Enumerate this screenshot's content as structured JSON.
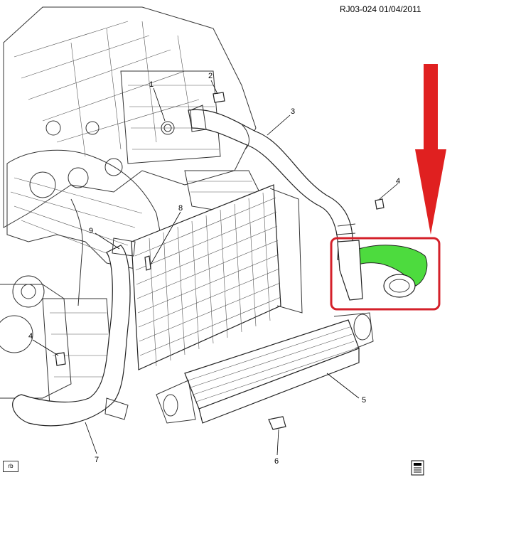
{
  "header": {
    "reference": "RJ03-024  01/04/2011"
  },
  "callouts": [
    {
      "id": "1",
      "label": "1"
    },
    {
      "id": "2",
      "label": "2"
    },
    {
      "id": "3",
      "label": "3"
    },
    {
      "id": "4a",
      "label": "4"
    },
    {
      "id": "4b",
      "label": "4"
    },
    {
      "id": "5",
      "label": "5"
    },
    {
      "id": "6",
      "label": "6"
    },
    {
      "id": "7",
      "label": "7"
    },
    {
      "id": "8",
      "label": "8"
    },
    {
      "id": "9",
      "label": "9"
    }
  ],
  "corner_tag": "rb",
  "highlight": {
    "arrow_color": "#e02020",
    "box_color": "#d4202a",
    "hose_color": "#4ddb3e"
  },
  "icons": {
    "corner_icon": "document-stack-icon"
  }
}
